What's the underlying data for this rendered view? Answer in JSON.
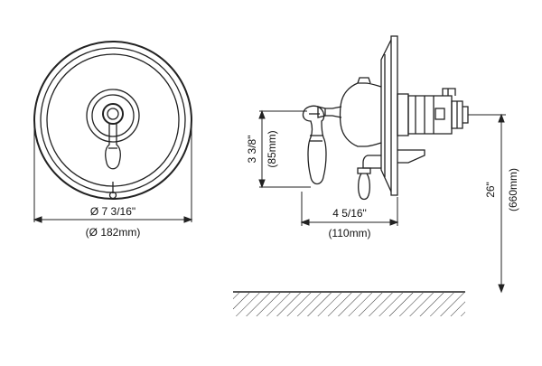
{
  "front_view": {
    "dia_imperial": "Ø 7 3/16\"",
    "dia_metric": "(Ø 182mm)"
  },
  "side_view": {
    "handle_h_imperial": "3 3/8\"",
    "handle_h_metric": "(85mm)",
    "depth_imperial": "4 5/16\"",
    "depth_metric": "(110mm)",
    "floor_h_imperial": "26\"",
    "floor_h_metric": "(660mm)"
  },
  "colors": {
    "line": "#222222",
    "hatch": "#333333",
    "background": "#ffffff"
  }
}
